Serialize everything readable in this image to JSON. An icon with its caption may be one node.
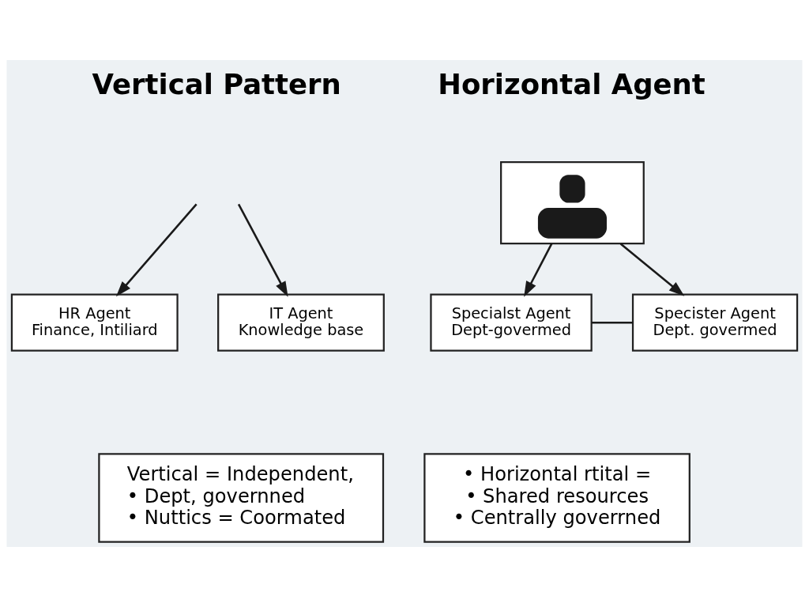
{
  "diagram": {
    "nodes": [
      {
        "text": [
          "HR Agent",
          "Finance, Intiliard"
        ]
      },
      {
        "text": [
          "IT Agent",
          "Knowledge base"
        ]
      },
      {
        "text": [],
        "shape": "person"
      },
      {
        "text": [
          "Specialst Agent",
          "Dept-govermed"
        ]
      },
      {
        "text": [
          "Specister Agent",
          "Dept. govermed"
        ]
      },
      {
        "text": [
          "Vertical = Independent,",
          "• Dept, governned",
          "• Nuttics = Coormated"
        ]
      },
      {
        "text": [
          "• Horizontal rtital =",
          "• Shared resources",
          "• Centrally goverrned"
        ]
      }
    ],
    "edges": [
      {
        "from": null,
        "to": 0,
        "arrow": "to"
      },
      {
        "from": null,
        "to": 1,
        "arrow": "to"
      },
      {
        "from": 2,
        "to": 3,
        "arrow": "to"
      },
      {
        "from": 2,
        "to": 4,
        "arrow": "to"
      },
      {
        "from": 3,
        "to": 4,
        "arrow": "none"
      }
    ],
    "labels": [
      "Vertical Pattern",
      "Horizontal Agent"
    ]
  }
}
